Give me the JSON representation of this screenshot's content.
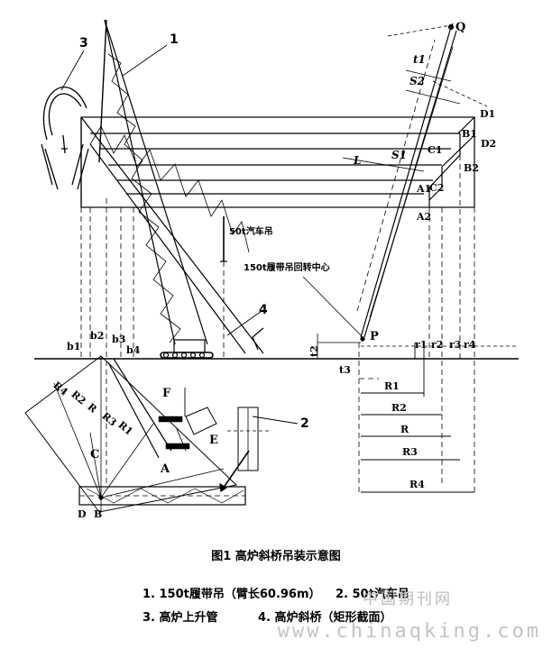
{
  "labels": {
    "n1": "1",
    "n2": "2",
    "n3": "3",
    "n4": "4",
    "Q": "Q",
    "t1": "t1",
    "S2": "S2",
    "D1": "D1",
    "B1": "B1",
    "C1": "C1",
    "D2": "D2",
    "L": "L",
    "S1": "S1",
    "B2": "B2",
    "A1": "A1",
    "C2": "C2",
    "A2": "A2",
    "truck_crane": "50t汽车吊",
    "crawler_center": "150t履带吊回转中心",
    "P": "P",
    "b1": "b1",
    "b2": "b2",
    "b3": "b3",
    "b4": "b4",
    "t2": "t2",
    "t3": "t3",
    "r1": "r1",
    "r2": "r2",
    "r3": "r3",
    "r4": "r4",
    "R1": "R1",
    "R2": "R2",
    "R": "R",
    "R3": "R3",
    "R4": "R4",
    "sR4": "R4",
    "sR2": "R2",
    "sR": "R",
    "sR3": "R3",
    "sR1": "R1",
    "F": "F",
    "E": "E",
    "C": "C",
    "A": "A",
    "D": "D",
    "B": "B"
  },
  "caption": "图1  高炉斜桥吊装示意图",
  "legend": {
    "line1_a": "1. 150t履带吊（臂长60.96m）",
    "line1_b": "2. 50t汽车吊",
    "line2_a": "3. 高炉上升管",
    "line2_b": "4. 高炉斜桥（矩形截面）"
  },
  "watermark": {
    "cn": "中国期刊网",
    "url": "www.chinaqking.com"
  }
}
